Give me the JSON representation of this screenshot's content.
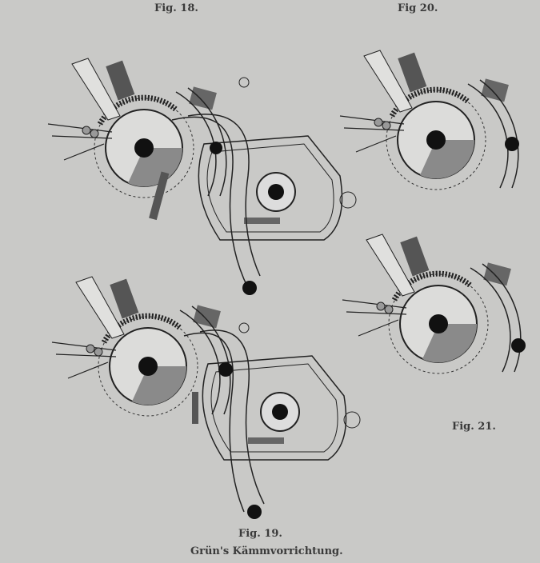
{
  "figures": {
    "fig18": {
      "caption": "Fig. 18."
    },
    "fig20": {
      "caption": "Fig 20."
    },
    "fig21": {
      "caption": "Fig. 21."
    },
    "fig19": {
      "caption": "Fig. 19."
    }
  },
  "title": "Grün's Kämmvorrichtung.",
  "colors": {
    "paper": "#c9c9c7",
    "ink": "#222222",
    "shade": "#8a8a8a"
  }
}
